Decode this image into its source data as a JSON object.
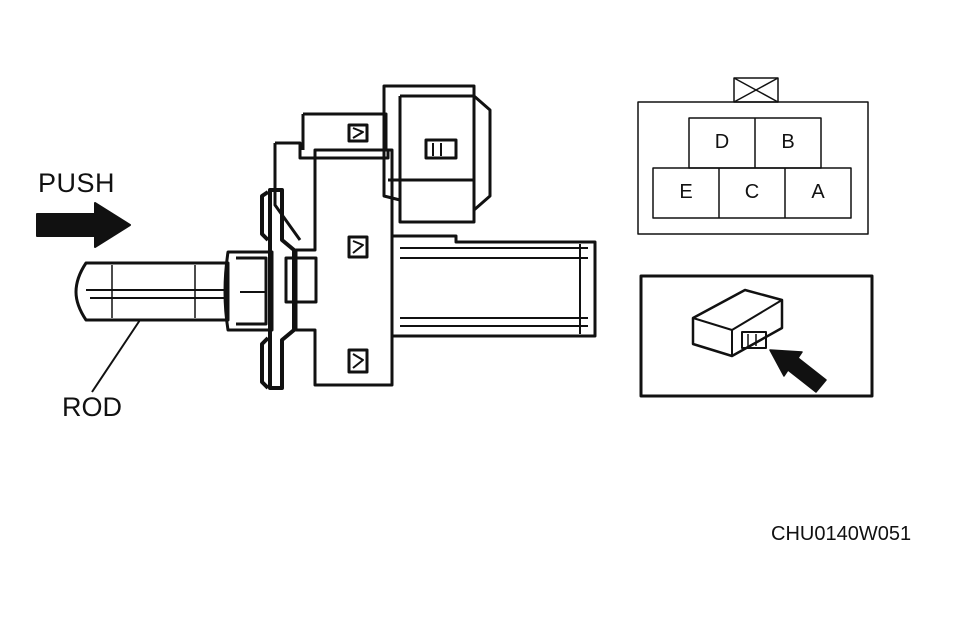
{
  "labels": {
    "push": "PUSH",
    "rod": "ROD",
    "figure_code": "CHU0140W051"
  },
  "connector": {
    "pins": [
      "D",
      "B",
      "E",
      "C",
      "A"
    ]
  },
  "colors": {
    "ink": "#111111",
    "background": "#ffffff"
  }
}
